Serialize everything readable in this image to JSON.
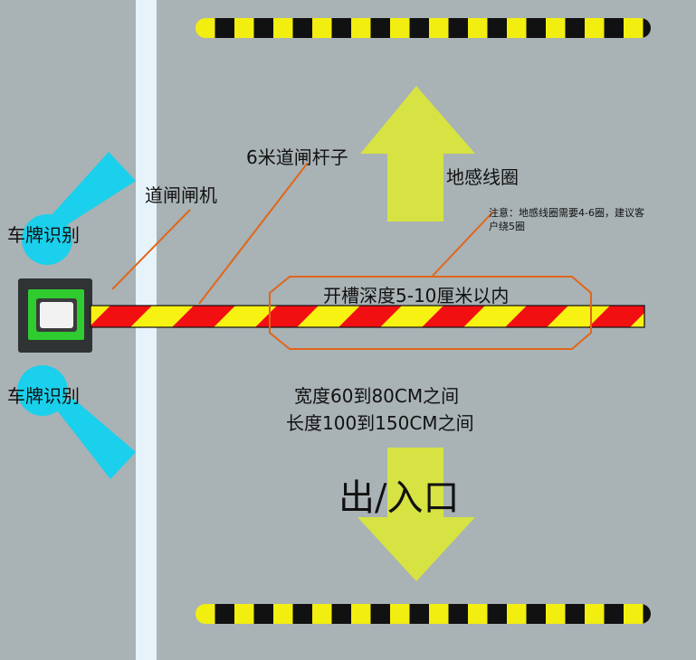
{
  "labels": {
    "gate_machine": "道闸闸机",
    "boom_arm": "6米道闸杆子",
    "ground_loop": "地感线圈",
    "loop_note": "注意：地感线圈需要4-6圈，建议客户绕5圈",
    "groove_depth": "开槽深度5-10厘米以内",
    "width_spec": "宽度60到80CM之间",
    "length_spec": "长度100到150CM之间",
    "entrance": "出/入口",
    "plate_top": "车牌识别",
    "plate_bottom": "车牌识别"
  },
  "colors": {
    "ground": "#a9b2b5",
    "lane_line": "#e6f3fb",
    "camera": "#1ad0ec",
    "arrow": "#d6e342",
    "leader_line": "#e0661a",
    "boom_red": "#f20f12",
    "boom_yellow": "#f7f212",
    "bump_black": "#111111",
    "bump_yellow": "#f2ee10",
    "gate_box": "#2f3333",
    "gate_green": "#2fcc2f"
  }
}
